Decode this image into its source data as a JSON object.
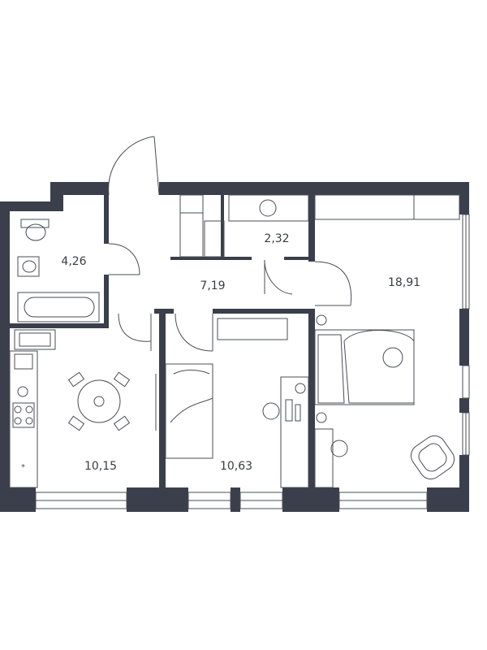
{
  "colors": {
    "wall": "#3b3f4b",
    "line": "#4a4d55",
    "background": "#ffffff"
  },
  "rooms": [
    {
      "id": "bathroom",
      "area": "4,26"
    },
    {
      "id": "hall",
      "area": "7,19"
    },
    {
      "id": "wardrobe",
      "area": "2,32"
    },
    {
      "id": "bedroom-large",
      "area": "18,91"
    },
    {
      "id": "kitchen",
      "area": "10,15"
    },
    {
      "id": "bedroom-small",
      "area": "10,63"
    }
  ],
  "icons": [
    "table-chairs-icon",
    "bed-icon",
    "armchair-icon",
    "desk-icon",
    "bathtub-icon",
    "sink-icon",
    "toilet-icon",
    "washing-machine-icon",
    "stove-icon",
    "wardrobe-icon"
  ]
}
